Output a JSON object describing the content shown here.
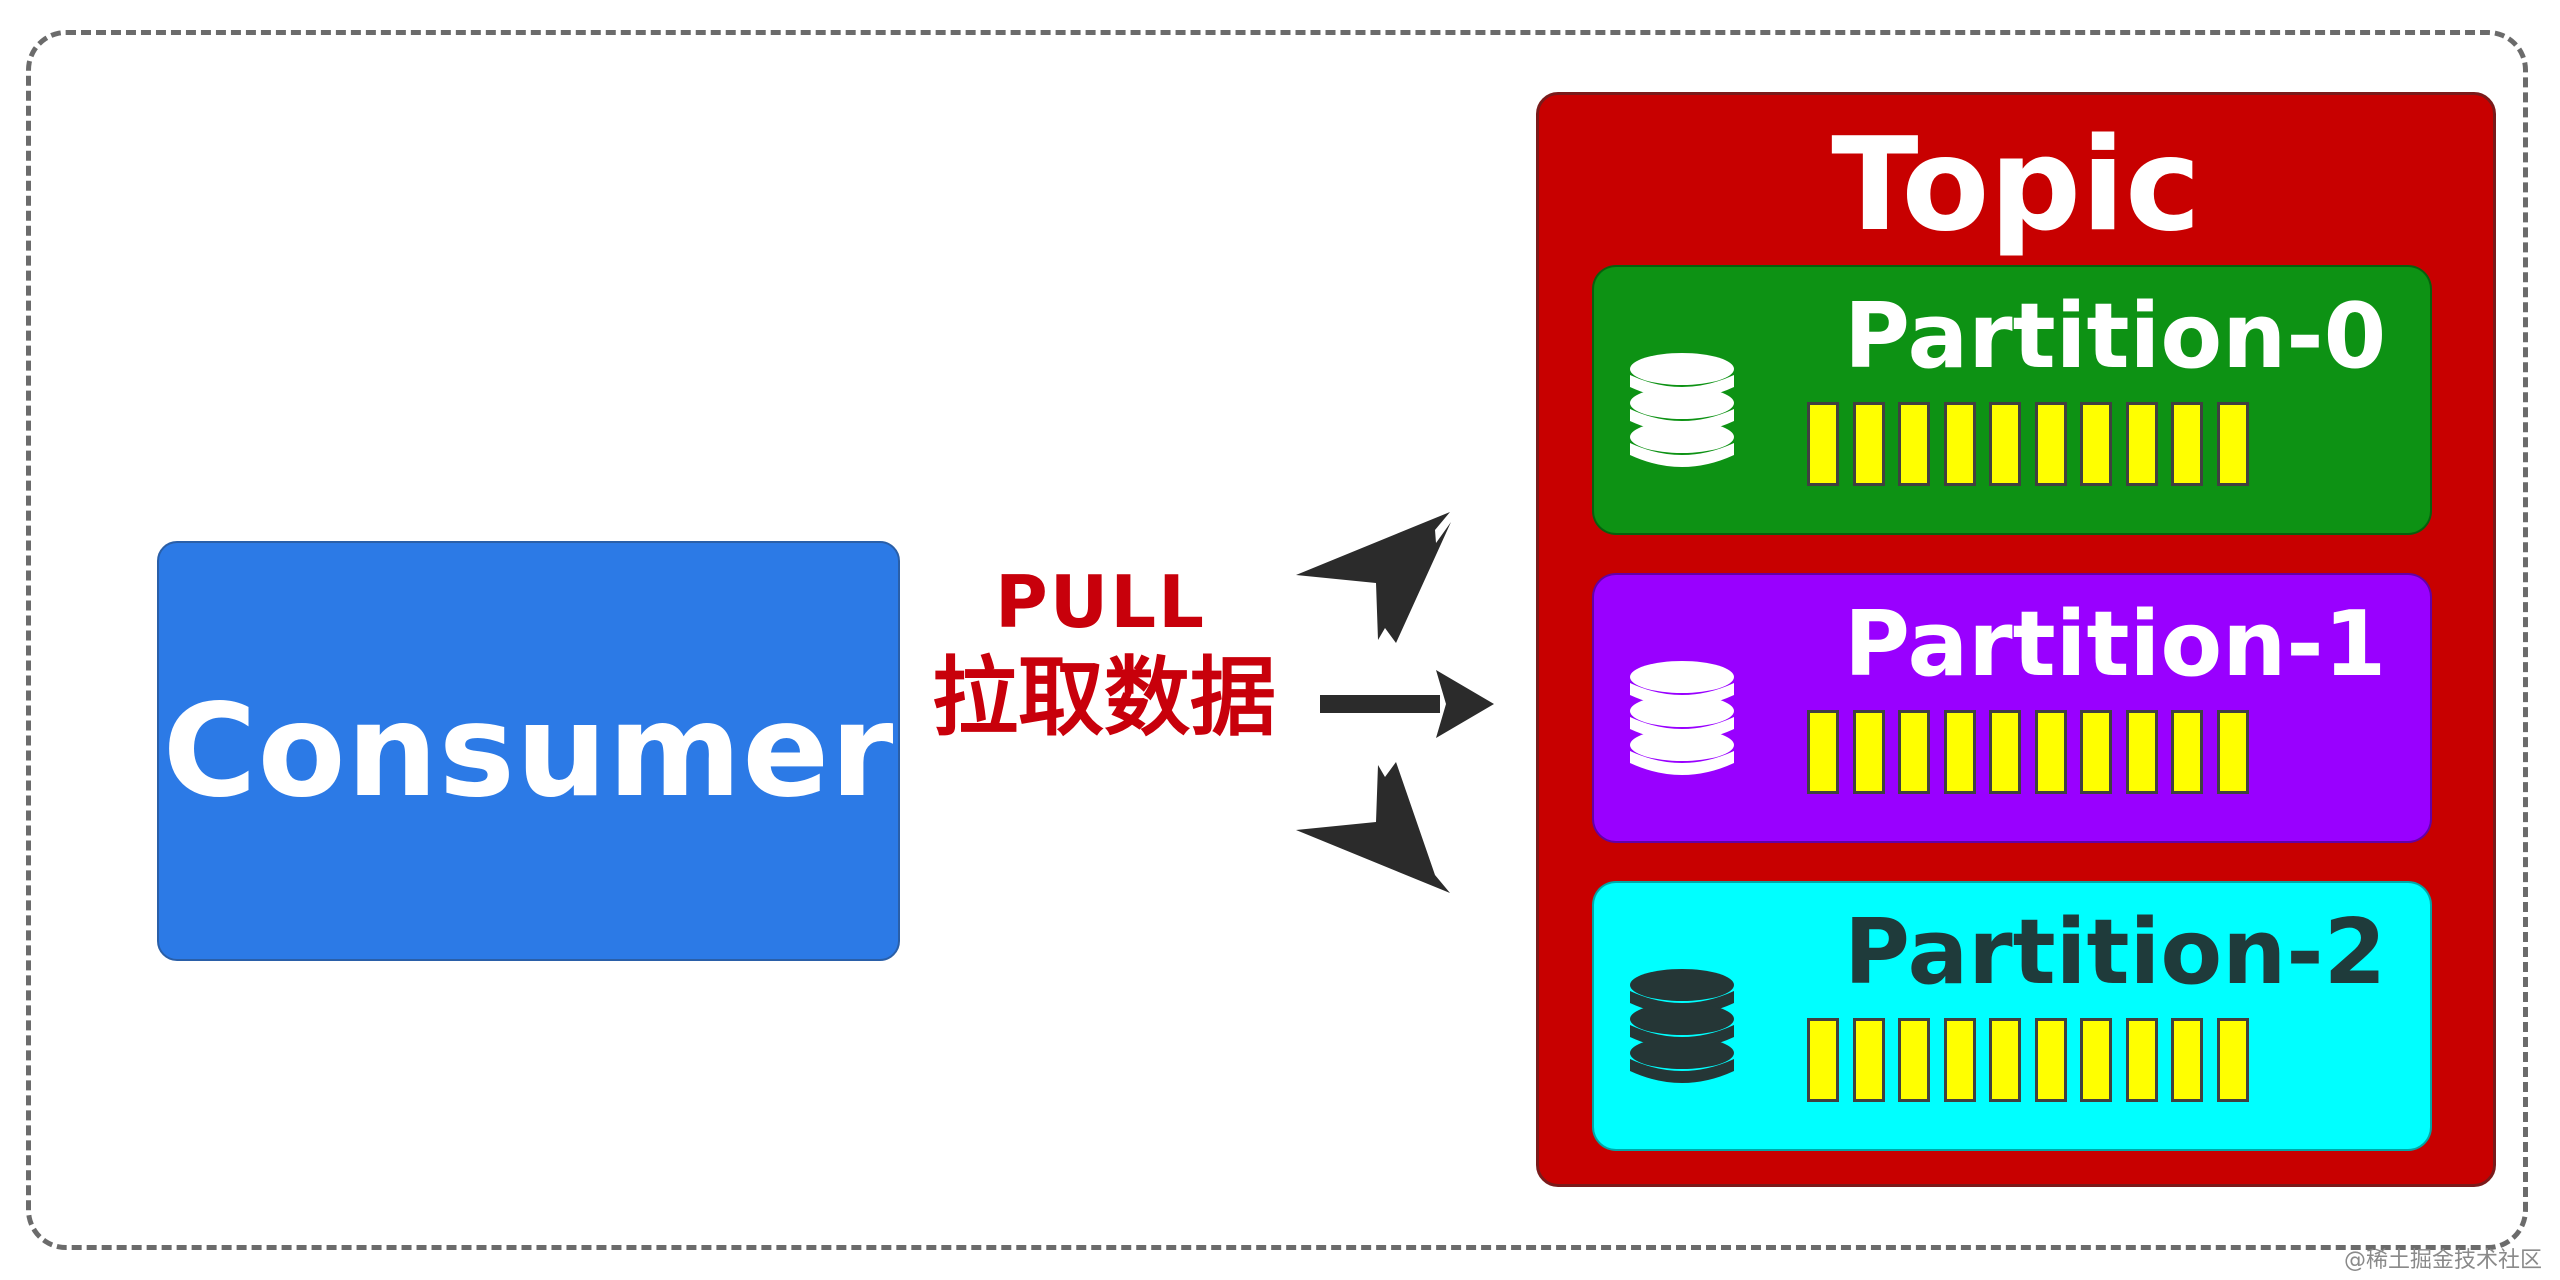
{
  "consumer": {
    "label": "Consumer",
    "color": "#2c7ae6"
  },
  "pull": {
    "label_en": "PULL",
    "label_zh": "拉取数据",
    "color": "#c8000b"
  },
  "topic": {
    "title": "Topic",
    "color": "#c80000",
    "partitions": [
      {
        "label": "Partition-0",
        "bg": "#0d9214",
        "text_color": "#ffffff",
        "icon_color": "#ffffff",
        "bar_count": 10,
        "bar_color": "#ffff00"
      },
      {
        "label": "Partition-1",
        "bg": "#9900ff",
        "text_color": "#ffffff",
        "icon_color": "#ffffff",
        "bar_count": 10,
        "bar_color": "#ffff00"
      },
      {
        "label": "Partition-2",
        "bg": "#00ffff",
        "text_color": "#1f3b3b",
        "icon_color": "#253636",
        "bar_count": 10,
        "bar_color": "#ffff00"
      }
    ]
  },
  "icons": {
    "partition_icon": "database-icon",
    "arrow_icon": "arrow-right-icon"
  },
  "watermark": "@稀土掘金技术社区"
}
